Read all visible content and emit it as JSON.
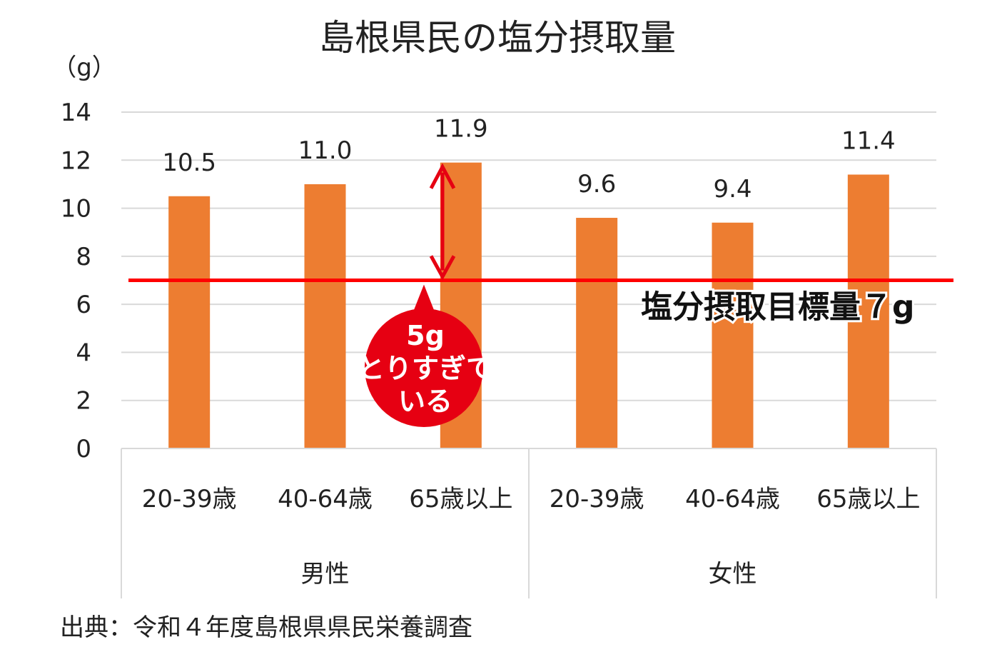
{
  "chart_data": {
    "type": "bar",
    "title": "島根県民の塩分摂取量",
    "ylabel": "（g）",
    "ylim": [
      0,
      14
    ],
    "yticks": [
      0,
      2,
      4,
      6,
      8,
      10,
      12,
      14
    ],
    "grid": true,
    "bar_color": "#ED7D31",
    "categories": [
      "20-39歳",
      "40-64歳",
      "65歳以上",
      "20-39歳",
      "40-64歳",
      "65歳以上"
    ],
    "groups": [
      {
        "label": "男性",
        "count": 3
      },
      {
        "label": "女性",
        "count": 3
      }
    ],
    "values": [
      10.5,
      11.0,
      11.9,
      9.6,
      9.4,
      11.4
    ],
    "data_labels": [
      "10.5",
      "11.0",
      "11.9",
      "9.6",
      "9.4",
      "11.4"
    ],
    "reference_line": {
      "value": 7,
      "label": "塩分摂取目標量７g",
      "color": "#FF0000"
    },
    "annotation": {
      "lines": [
        "5g",
        "とりすぎて",
        "いる"
      ],
      "color": "#E60012",
      "from_value": 7,
      "to_value": 11.9
    },
    "source": "出典：令和４年度島根県県民栄養調査"
  }
}
